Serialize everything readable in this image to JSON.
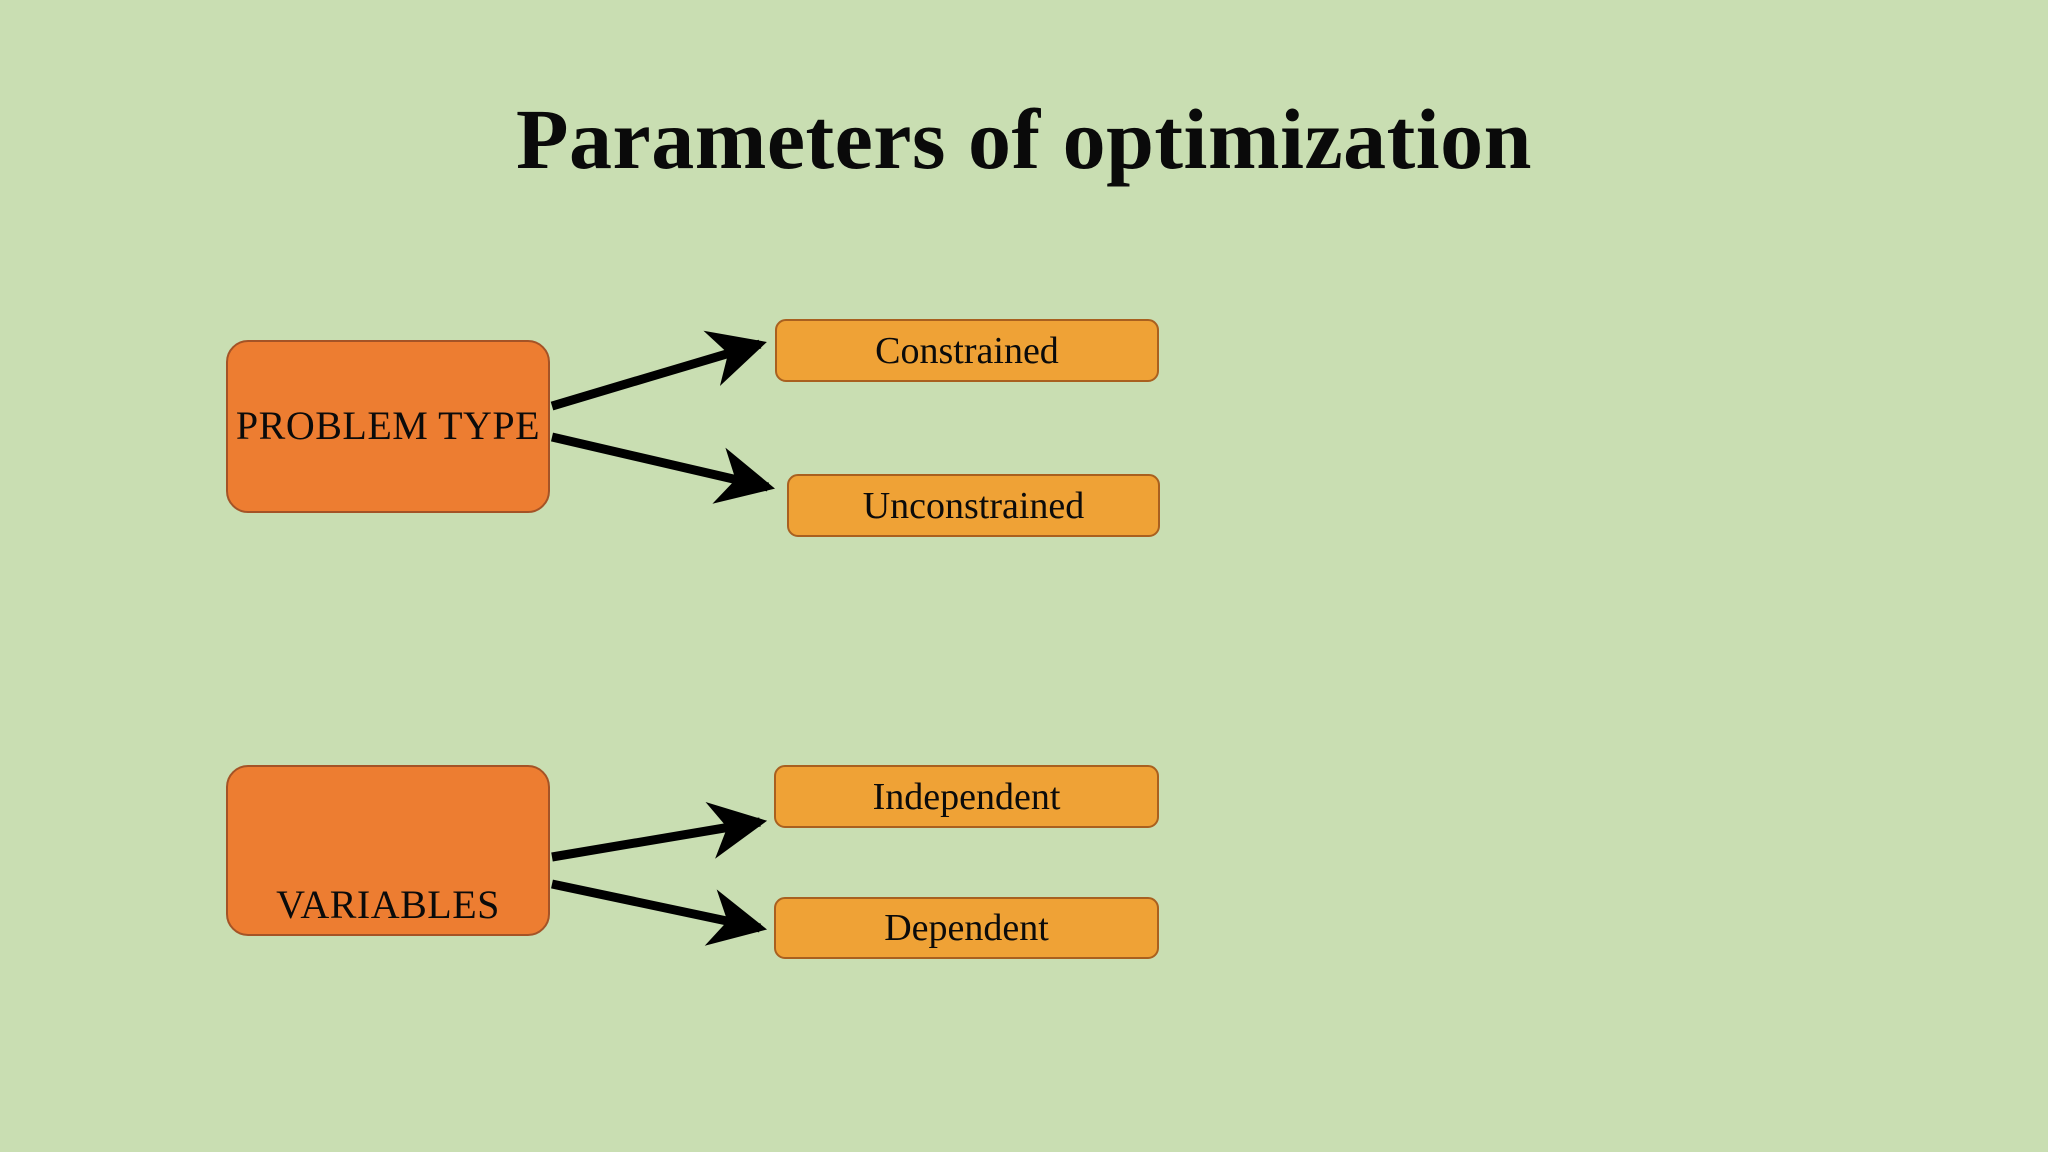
{
  "slide": {
    "title": "Parameters of optimization",
    "background_color": "#c9deb2"
  },
  "colors": {
    "background": "#c9deb2",
    "parent_fill": "#ed7d31",
    "parent_border": "#a45326",
    "child_fill": "#efa236",
    "child_border": "#a9601f",
    "text": "#0b0b0b",
    "connector": "#000000"
  },
  "diagram": {
    "type": "tree",
    "groups": [
      {
        "id": "problem-type",
        "parent": {
          "label": "PROBLEM TYPE"
        },
        "children": [
          {
            "id": "constrained",
            "label": "Constrained"
          },
          {
            "id": "unconstrained",
            "label": "Unconstrained"
          }
        ]
      },
      {
        "id": "variables",
        "parent": {
          "label": "VARIABLES"
        },
        "children": [
          {
            "id": "independent",
            "label": "Independent"
          },
          {
            "id": "dependent",
            "label": "Dependent"
          }
        ]
      }
    ],
    "edges": [
      {
        "id": "edge-problem-type-constrained",
        "from": "problem-type",
        "to": "constrained"
      },
      {
        "id": "edge-problem-type-unconstrained",
        "from": "problem-type",
        "to": "unconstrained"
      },
      {
        "id": "edge-variables-independent",
        "from": "variables",
        "to": "independent"
      },
      {
        "id": "edge-variables-dependent",
        "from": "variables",
        "to": "dependent"
      }
    ]
  }
}
